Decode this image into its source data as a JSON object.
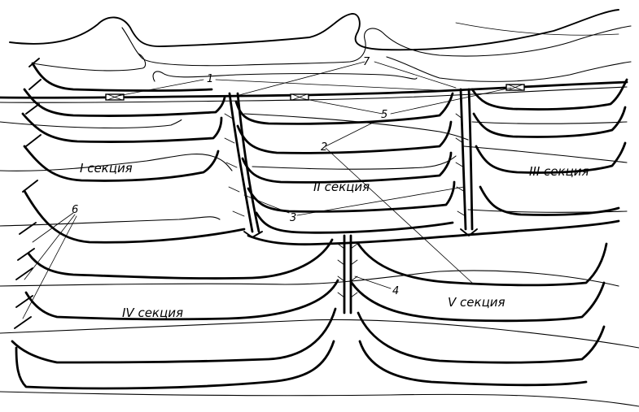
{
  "sections": [
    {
      "id": "s1",
      "label": "I секция"
    },
    {
      "id": "s2",
      "label": "II секция"
    },
    {
      "id": "s3",
      "label": "III секция"
    },
    {
      "id": "s4",
      "label": "IV секция"
    },
    {
      "id": "s5",
      "label": "V секция"
    }
  ],
  "callouts": [
    {
      "id": "c1",
      "label": "1"
    },
    {
      "id": "c2",
      "label": "2"
    },
    {
      "id": "c3",
      "label": "3"
    },
    {
      "id": "c4",
      "label": "4"
    },
    {
      "id": "c5",
      "label": "5"
    },
    {
      "id": "c6",
      "label": "6"
    },
    {
      "id": "c7",
      "label": "7"
    }
  ]
}
